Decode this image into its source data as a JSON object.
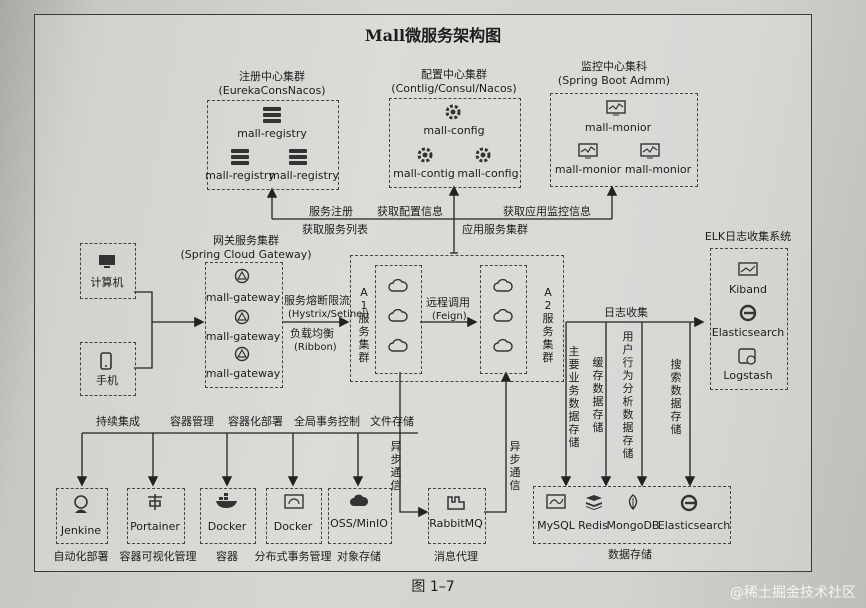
{
  "title": "Mall微服务架构图",
  "caption": "图 1–7",
  "watermark": "@稀土掘金技术社区",
  "registry": {
    "title": "注册中心集群",
    "subtitle": "(EurekaConsNacos)",
    "nodes": [
      "mall-registry",
      "mall-registry",
      "mall-registry"
    ]
  },
  "config": {
    "title": "配置中心集群",
    "subtitle": "(Contlig/Consul/Nacos)",
    "nodes": [
      "mall-config",
      "mall-contig",
      "mall-config"
    ]
  },
  "monitor": {
    "title": "监控中心集科",
    "subtitle": "(Spring Boot Admm)",
    "nodes": [
      "mall-monior",
      "mall-monior",
      "mall-monior"
    ]
  },
  "labels": {
    "service_register": "服务注册",
    "get_config": "获取配置信息",
    "get_monitor": "获取应用监控信息",
    "get_service_list": "获取服务列表",
    "app_service_cluster": "应用服务集群",
    "circuit_breaker": "服务熔断限流",
    "hystrix": "(Hystrix/Setinel)",
    "load_balance": "负载均衡",
    "ribbon": "(Ribbon)",
    "remote_call": "远程调用",
    "feign": "(Feign)",
    "log_collect": "日志收集",
    "async_comm": "异步通信",
    "main_storage": "主要业务数据存储",
    "cache_storage": "缓存数据存储",
    "behavior_storage": "用户行为分析数据存储",
    "search_storage": "搜索数据存储"
  },
  "clients": [
    "计算机",
    "手机"
  ],
  "gateway": {
    "title": "网关服务集群",
    "subtitle": "(Spring Cloud Gateway)",
    "nodes": [
      "mall-gateway",
      "mall-gateway",
      "mall-gateway"
    ]
  },
  "a1": "A1服务集群",
  "a2": "A2服务集群",
  "elk": {
    "title": "ELK日志收集系统",
    "nodes": [
      "Kiband",
      "Elasticsearch",
      "Logstash"
    ]
  },
  "ops": {
    "top_labels": [
      "持续集成",
      "容器管理",
      "容器化部署",
      "全局事务控制",
      "文件存储"
    ],
    "nodes": [
      "Jenkine",
      "Portainer",
      "Docker",
      "Docker",
      "OSS/MinIO",
      "RabbitMQ"
    ],
    "bottom_labels": [
      "自动化部署",
      "容器可视化管理",
      "容器",
      "分布式事务管理",
      "对象存储",
      "消息代理"
    ]
  },
  "storage": {
    "title": "数据存储",
    "nodes": [
      "MySQL",
      "Redis",
      "MongoDB",
      "Elasticsearch"
    ]
  }
}
